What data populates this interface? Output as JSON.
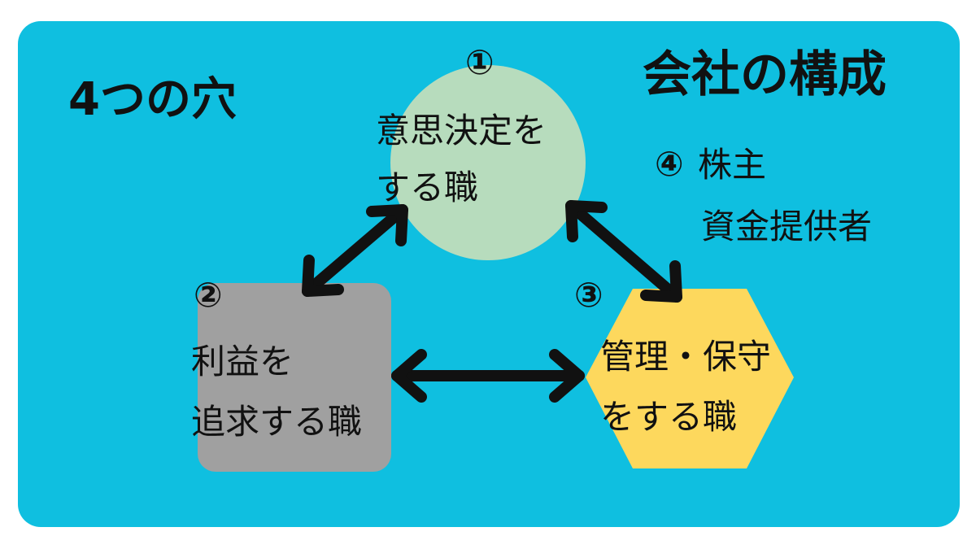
{
  "title_left": "4つの穴",
  "title_right": "会社の構成",
  "node1": {
    "number": "①",
    "line1": "意思決定を",
    "line2": "する職"
  },
  "node2": {
    "number": "②",
    "line1": "利益を",
    "line2": "追求する職"
  },
  "node3": {
    "number": "③",
    "line1": "管理・保守",
    "line2": "をする職"
  },
  "node4": {
    "number": "④",
    "line1": "株主",
    "line2": "資金提供者"
  },
  "colors": {
    "background": "#0fbfe0",
    "node1_circle": "#b7dcbd",
    "node2_square": "#a0a0a0",
    "node3_hexagon": "#fdd85d",
    "arrow": "#111111"
  }
}
